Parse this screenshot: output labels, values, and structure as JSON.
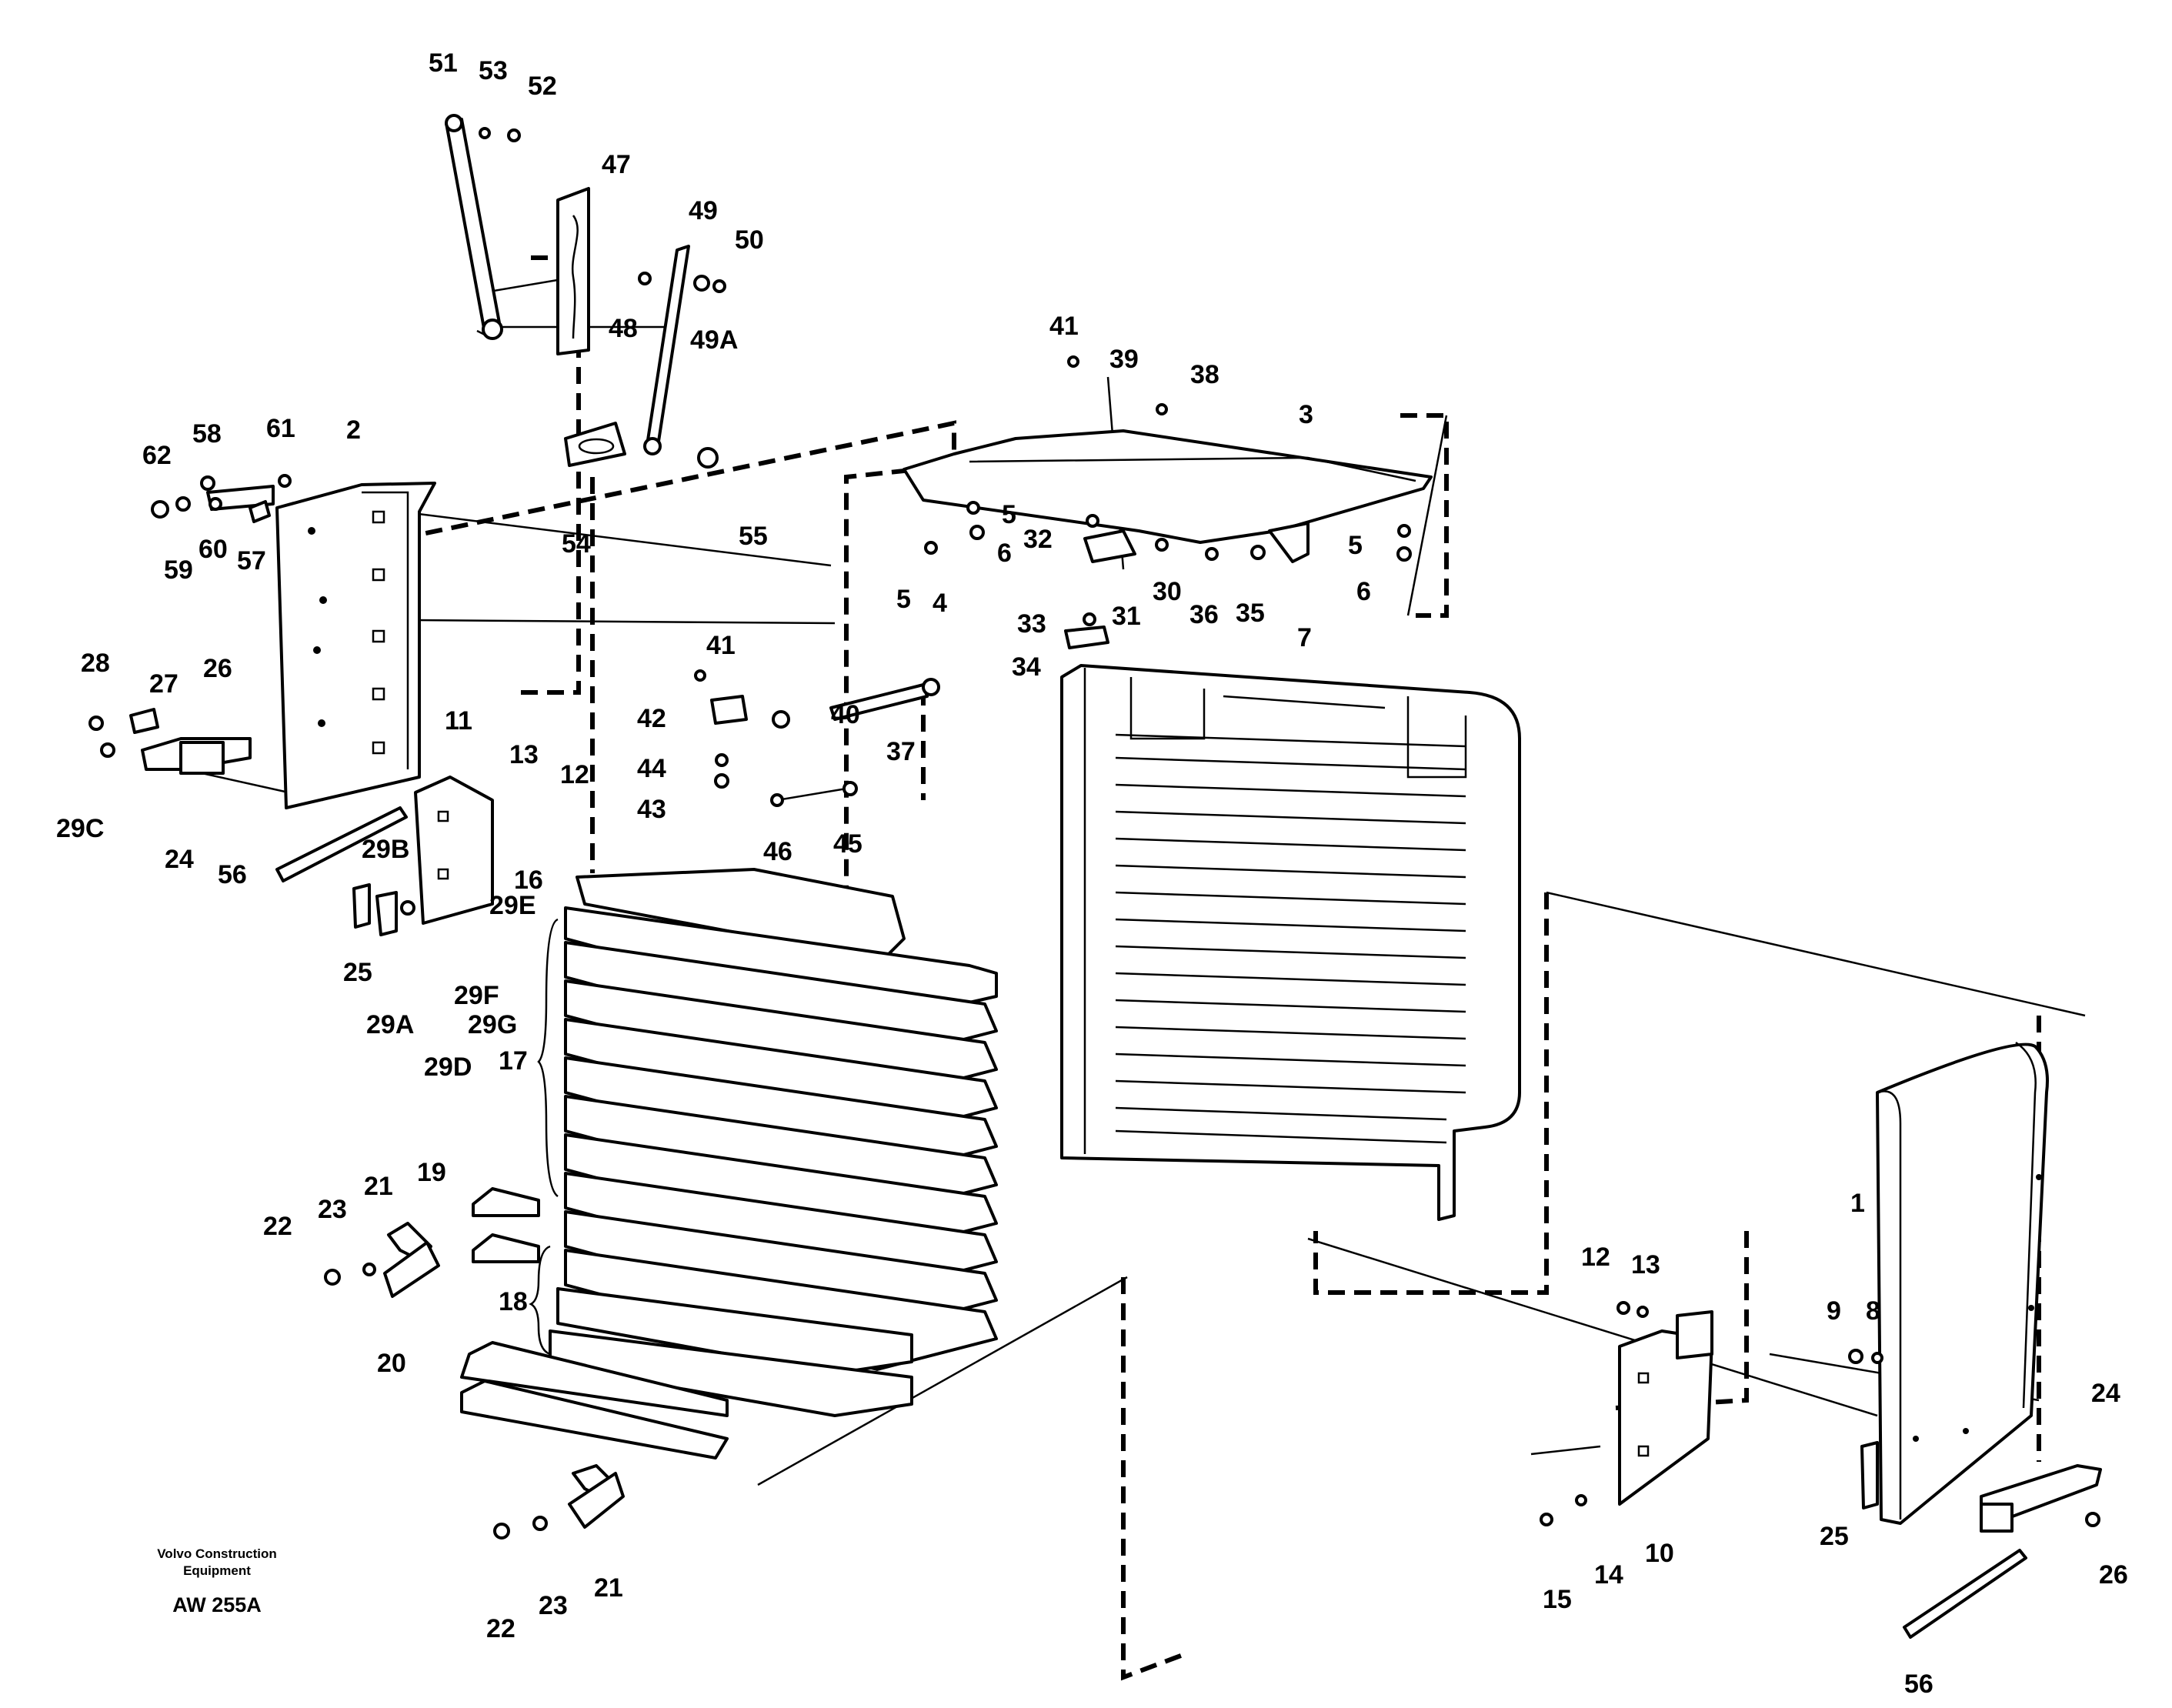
{
  "figure": {
    "caption_line1": "Volvo Construction",
    "caption_line2": "Equipment",
    "code": "AW 255A"
  },
  "callouts": [
    "1",
    "2",
    "3",
    "4",
    "5",
    "5",
    "5",
    "6",
    "6",
    "7",
    "8",
    "9",
    "10",
    "11",
    "12",
    "12",
    "13",
    "13",
    "14",
    "15",
    "16",
    "17",
    "18",
    "19",
    "20",
    "21",
    "21",
    "22",
    "22",
    "23",
    "23",
    "24",
    "24",
    "25",
    "25",
    "26",
    "26",
    "27",
    "28",
    "29A",
    "29B",
    "29C",
    "29D",
    "29E",
    "29F",
    "29G",
    "30",
    "31",
    "32",
    "33",
    "34",
    "35",
    "36",
    "37",
    "38",
    "39",
    "40",
    "41",
    "41",
    "42",
    "43",
    "44",
    "45",
    "46",
    "47",
    "48",
    "49",
    "49A",
    "50",
    "51",
    "52",
    "53",
    "54",
    "55",
    "56",
    "56",
    "57",
    "58",
    "59",
    "60",
    "61",
    "62"
  ]
}
